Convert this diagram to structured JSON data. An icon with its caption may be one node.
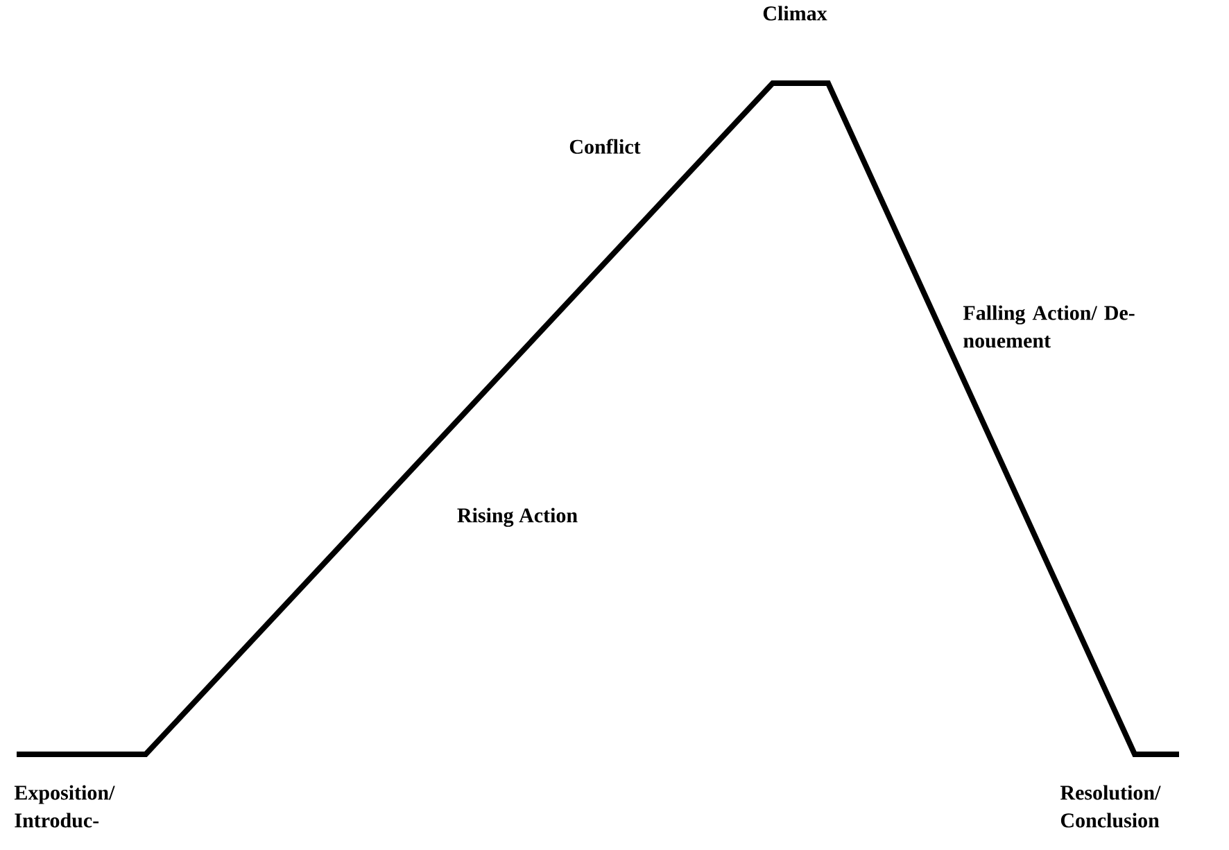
{
  "diagram": {
    "labels": [
      "Climax",
      "Conflict",
      "Falling Action/ De- nouement",
      "Rising Action",
      "Exposition/ Introduc-",
      "Resolution/ Conclusion"
    ]
  }
}
